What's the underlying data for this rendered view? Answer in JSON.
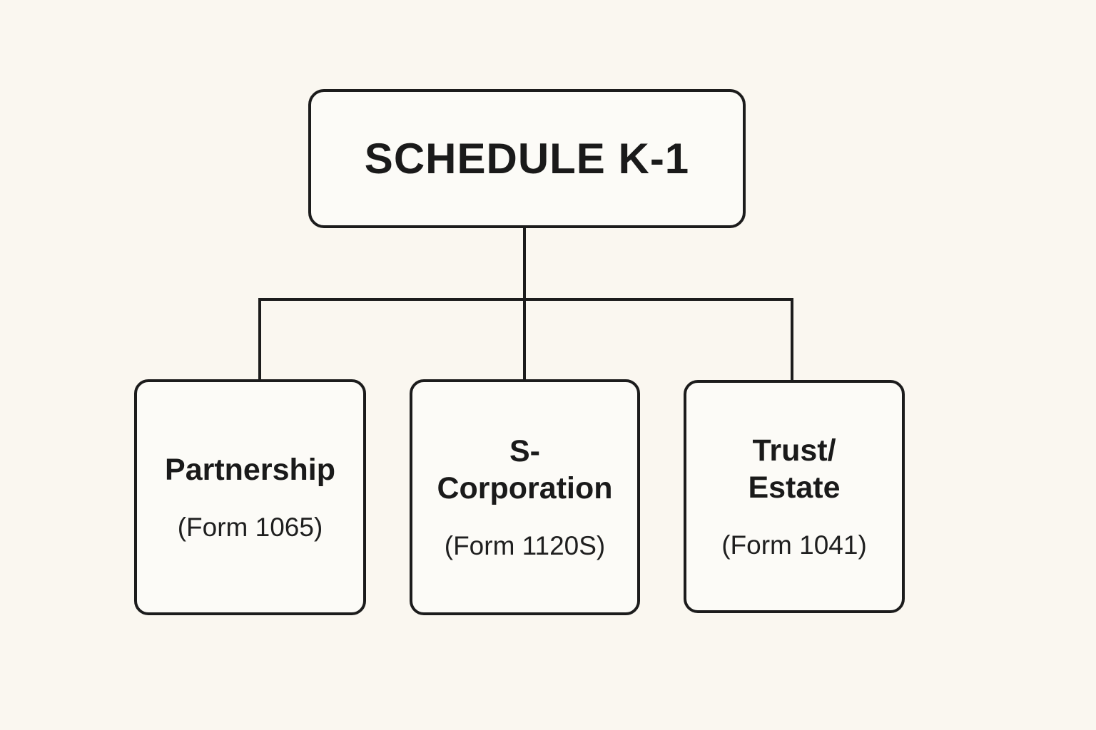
{
  "diagram": {
    "root": {
      "label": "SCHEDULE K-1"
    },
    "children": [
      {
        "title": "Partnership",
        "subtitle": "(Form 1065)"
      },
      {
        "title": "S-\nCorporation",
        "subtitle": "(Form 1120S)"
      },
      {
        "title": "Trust/\nEstate",
        "subtitle": "(Form 1041)"
      }
    ],
    "colors": {
      "background": "#faf7f0",
      "node_fill": "#fcfbf7",
      "stroke": "#1c1c1c",
      "text": "#1a1a1a"
    }
  }
}
